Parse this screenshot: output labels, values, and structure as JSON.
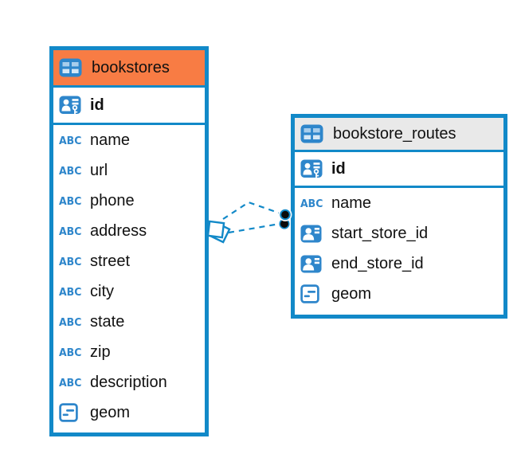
{
  "diagram": {
    "kind": "entity-relationship-diagram",
    "background": "#ffffff"
  },
  "colors": {
    "table_border": "#1289c8",
    "highlighted_header_bg": "#f87c44",
    "plain_header_bg": "#e9e9e9",
    "icon_blue": "#2e86cb",
    "text": "#111111",
    "connector": "#1289c8",
    "connector_endpoint_fill": "#0b0b0b"
  },
  "icons": {
    "abc_glyph": "ABC"
  },
  "tables": [
    {
      "name": "bookstores",
      "icon": "table-icon",
      "header_highlighted": true,
      "primary_key": {
        "label": "id",
        "icon": "person-key-icon"
      },
      "columns": [
        {
          "label": "name",
          "type": "text",
          "icon": "abc-text-icon"
        },
        {
          "label": "url",
          "type": "text",
          "icon": "abc-text-icon"
        },
        {
          "label": "phone",
          "type": "text",
          "icon": "abc-text-icon"
        },
        {
          "label": "address",
          "type": "text",
          "icon": "abc-text-icon"
        },
        {
          "label": "street",
          "type": "text",
          "icon": "abc-text-icon"
        },
        {
          "label": "city",
          "type": "text",
          "icon": "abc-text-icon"
        },
        {
          "label": "state",
          "type": "text",
          "icon": "abc-text-icon"
        },
        {
          "label": "zip",
          "type": "text",
          "icon": "abc-text-icon"
        },
        {
          "label": "description",
          "type": "text",
          "icon": "abc-text-icon"
        },
        {
          "label": "geom",
          "type": "geometry",
          "icon": "geometry-icon"
        }
      ]
    },
    {
      "name": "bookstore_routes",
      "icon": "table-icon",
      "header_highlighted": false,
      "primary_key": {
        "label": "id",
        "icon": "person-key-icon"
      },
      "columns": [
        {
          "label": "name",
          "type": "text",
          "icon": "abc-text-icon"
        },
        {
          "label": "start_store_id",
          "type": "reference",
          "icon": "person-ref-icon"
        },
        {
          "label": "end_store_id",
          "type": "reference",
          "icon": "person-ref-icon"
        },
        {
          "label": "geom",
          "type": "geometry",
          "icon": "geometry-icon"
        }
      ]
    }
  ],
  "relationships": [
    {
      "from_table": "bookstores",
      "to_table": "bookstore_routes",
      "line_style": "dashed",
      "source_marker": "diamond",
      "target_marker": "filled-circle"
    },
    {
      "from_table": "bookstores",
      "to_table": "bookstore_routes",
      "line_style": "dashed",
      "source_marker": "diamond",
      "target_marker": "filled-circle"
    }
  ]
}
